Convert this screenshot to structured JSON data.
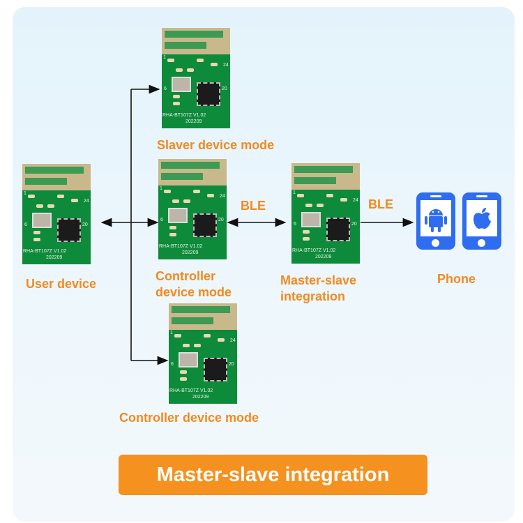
{
  "modules": [
    {
      "id": "slaver-module",
      "board_label": "RHA-BT107Z V1.02",
      "date": "202209",
      "pins": [
        "1",
        "24",
        "6",
        "20"
      ]
    },
    {
      "id": "user-device-module",
      "board_label": "RHA-BT107Z V1.02",
      "date": "202209",
      "pins": [
        "1",
        "24",
        "6",
        "20"
      ]
    },
    {
      "id": "controller-module-middle",
      "board_label": "RHA-BT107Z V1.02",
      "date": "202209",
      "pins": [
        "1",
        "24",
        "6",
        "20"
      ]
    },
    {
      "id": "master-slave-module",
      "board_label": "RHA-BT107Z V1.02",
      "date": "202209",
      "pins": [
        "1",
        "24",
        "6",
        "20"
      ]
    },
    {
      "id": "controller-module-bottom",
      "board_label": "RHA-BT107Z V1.02",
      "date": "202209",
      "pins": [
        "1",
        "24",
        "6",
        "20"
      ]
    }
  ],
  "labels": {
    "slaver": "Slaver device mode",
    "user": "User device",
    "controller_mid_1": "Controller",
    "controller_mid_2": "device mode",
    "master_1": "Master-slave",
    "master_2": "integration",
    "phone": "Phone",
    "controller_bottom": "Controller device mode",
    "ble_1": "BLE",
    "ble_2": "BLE"
  },
  "phones": [
    {
      "os": "android-icon"
    },
    {
      "os": "apple-icon"
    }
  ],
  "button": {
    "label": "Master-slave integration"
  },
  "colors": {
    "accent": "#f28a1e",
    "phone": "#2f6df0",
    "board": "#0d8a3a"
  }
}
